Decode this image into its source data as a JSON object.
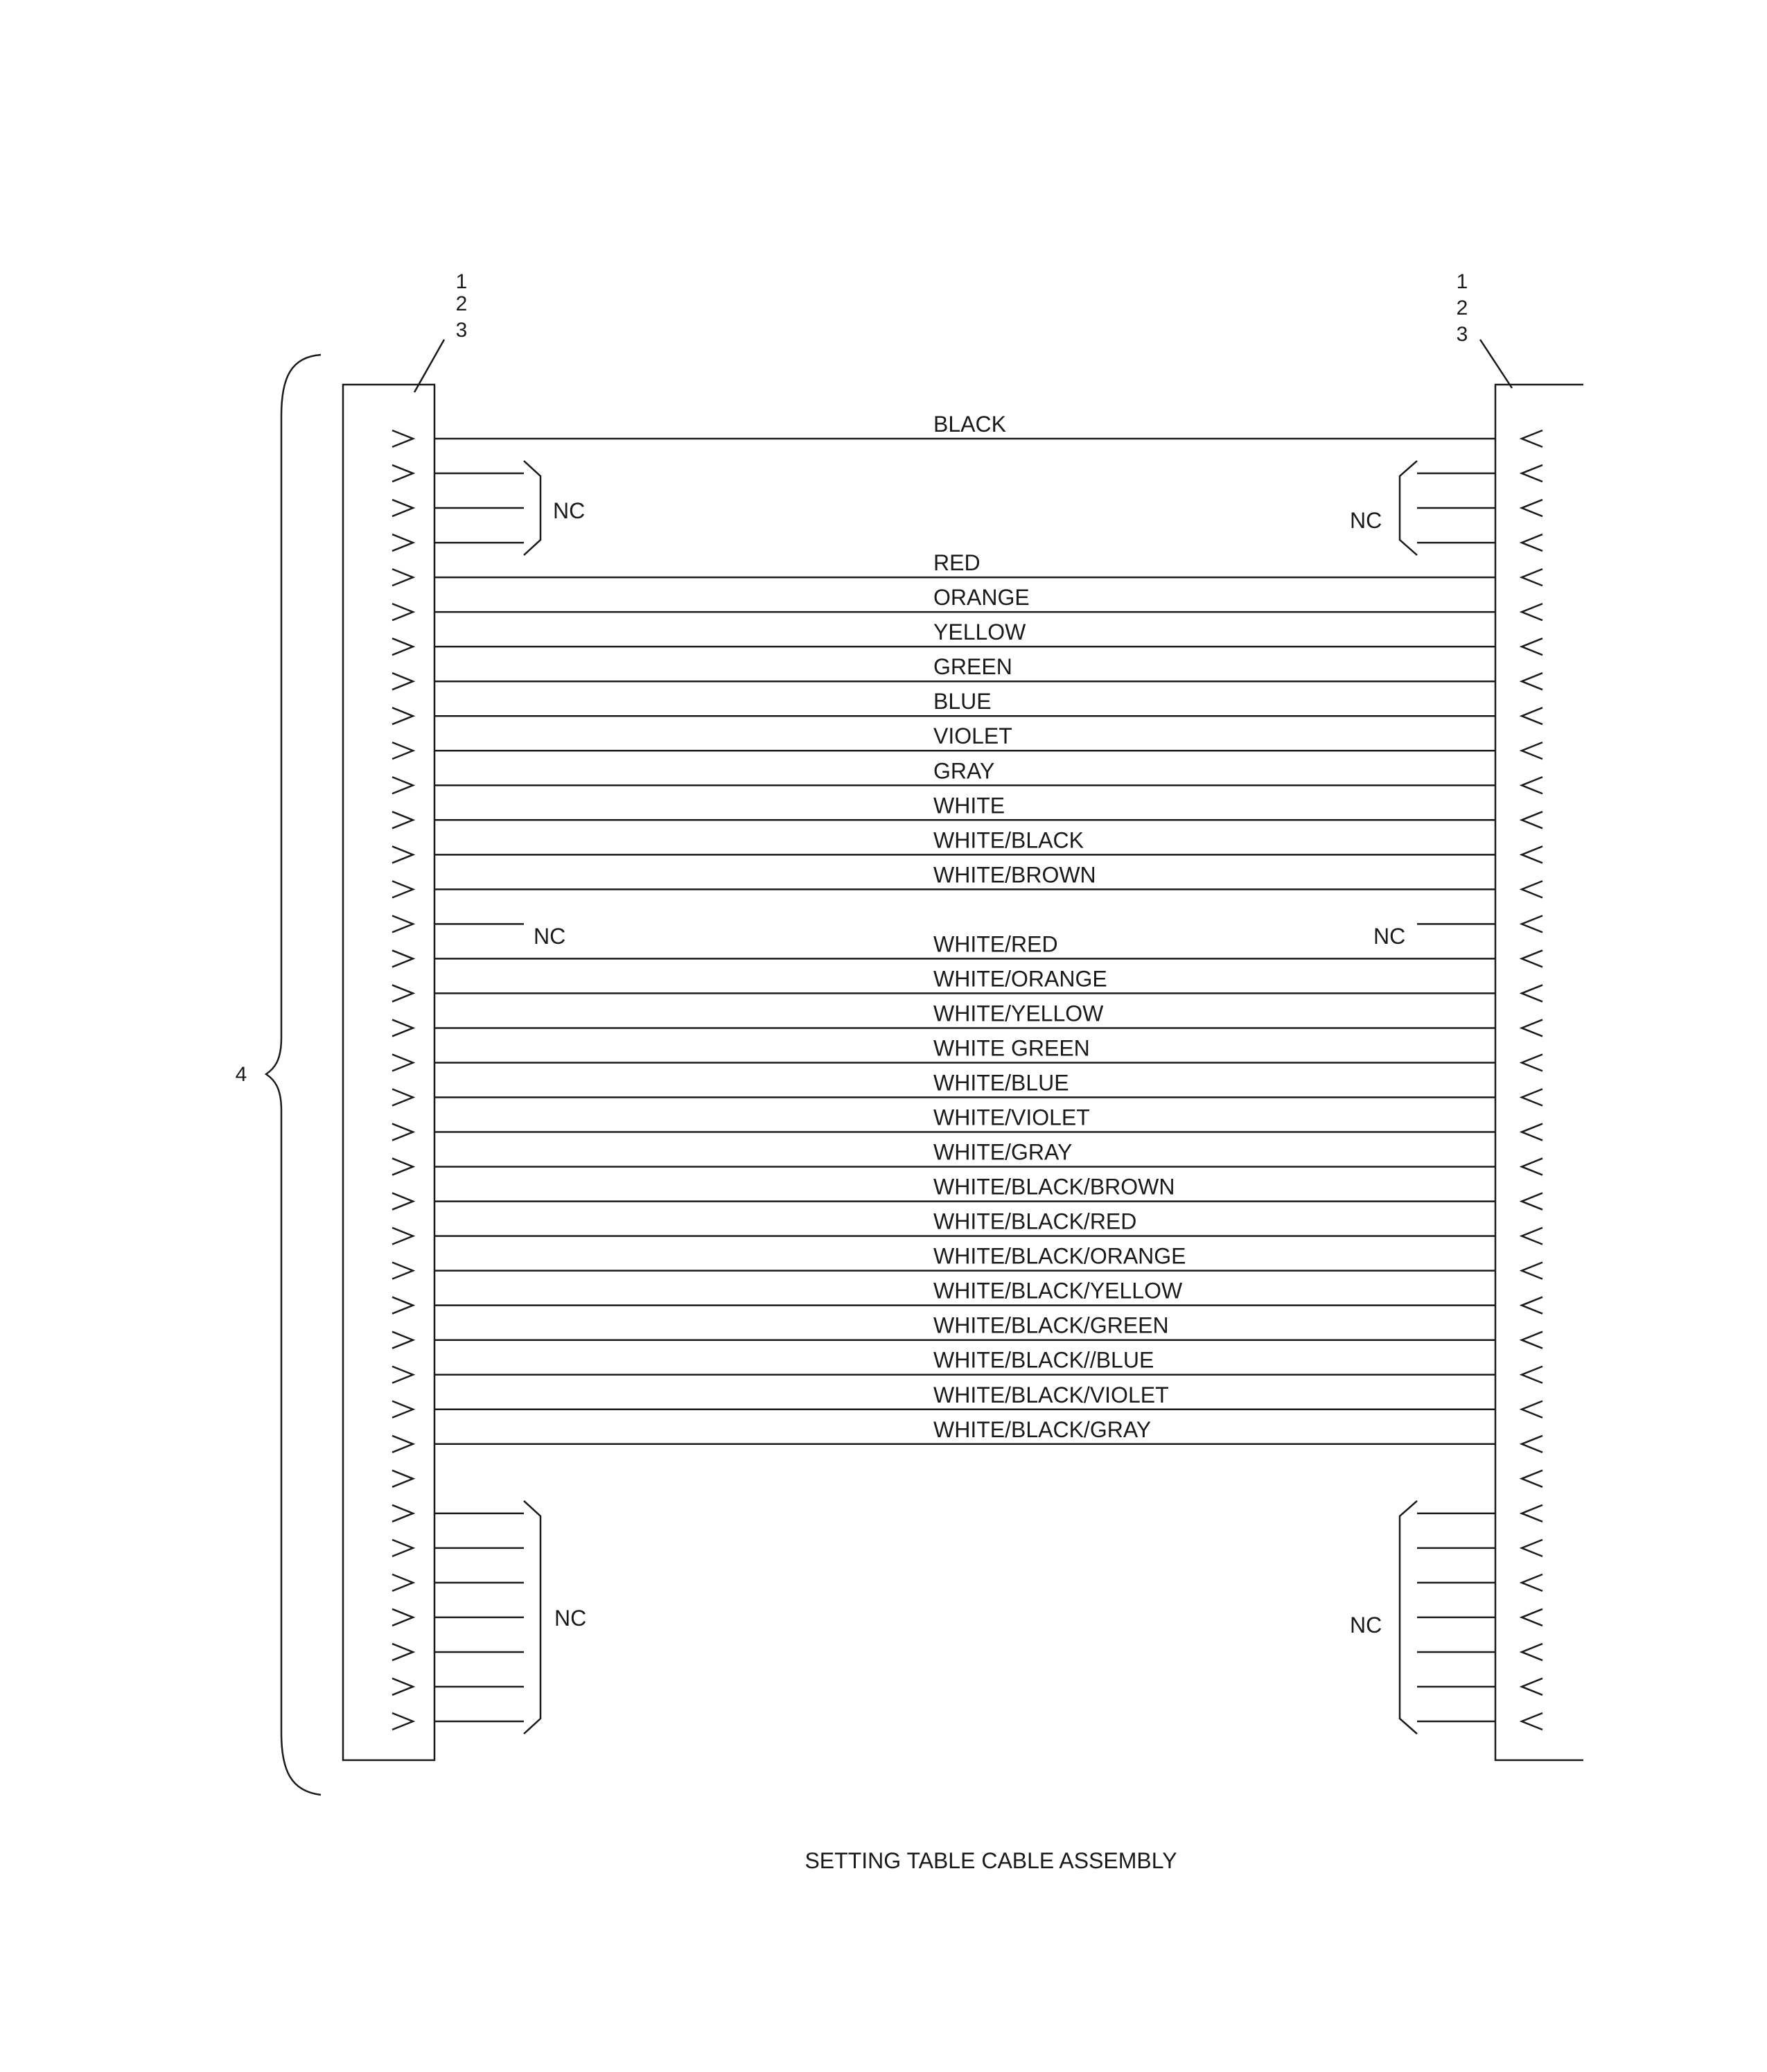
{
  "title": "SETTING TABLE CABLE ASSEMBLY",
  "callouts": {
    "left": [
      "1",
      "2",
      "3"
    ],
    "right": [
      "1",
      "2",
      "3"
    ],
    "assembly": "4"
  },
  "nc_label": "NC",
  "wires": [
    "BLACK",
    "RED",
    "ORANGE",
    "YELLOW",
    "GREEN",
    "BLUE",
    "VIOLET",
    "GRAY",
    "WHITE",
    "WHITE/BLACK",
    "WHITE/BROWN",
    "WHITE/RED",
    "WHITE/ORANGE",
    "WHITE/YELLOW",
    "WHITE GREEN",
    "WHITE/BLUE",
    "WHITE/VIOLET",
    "WHITE/GRAY",
    "WHITE/BLACK/BROWN",
    "WHITE/BLACK/RED",
    "WHITE/BLACK/ORANGE",
    "WHITE/BLACK/YELLOW",
    "WHITE/BLACK/GREEN",
    "WHITE/BLACK//BLUE",
    "WHITE/BLACK/VIOLET",
    "WHITE/BLACK/GRAY"
  ]
}
